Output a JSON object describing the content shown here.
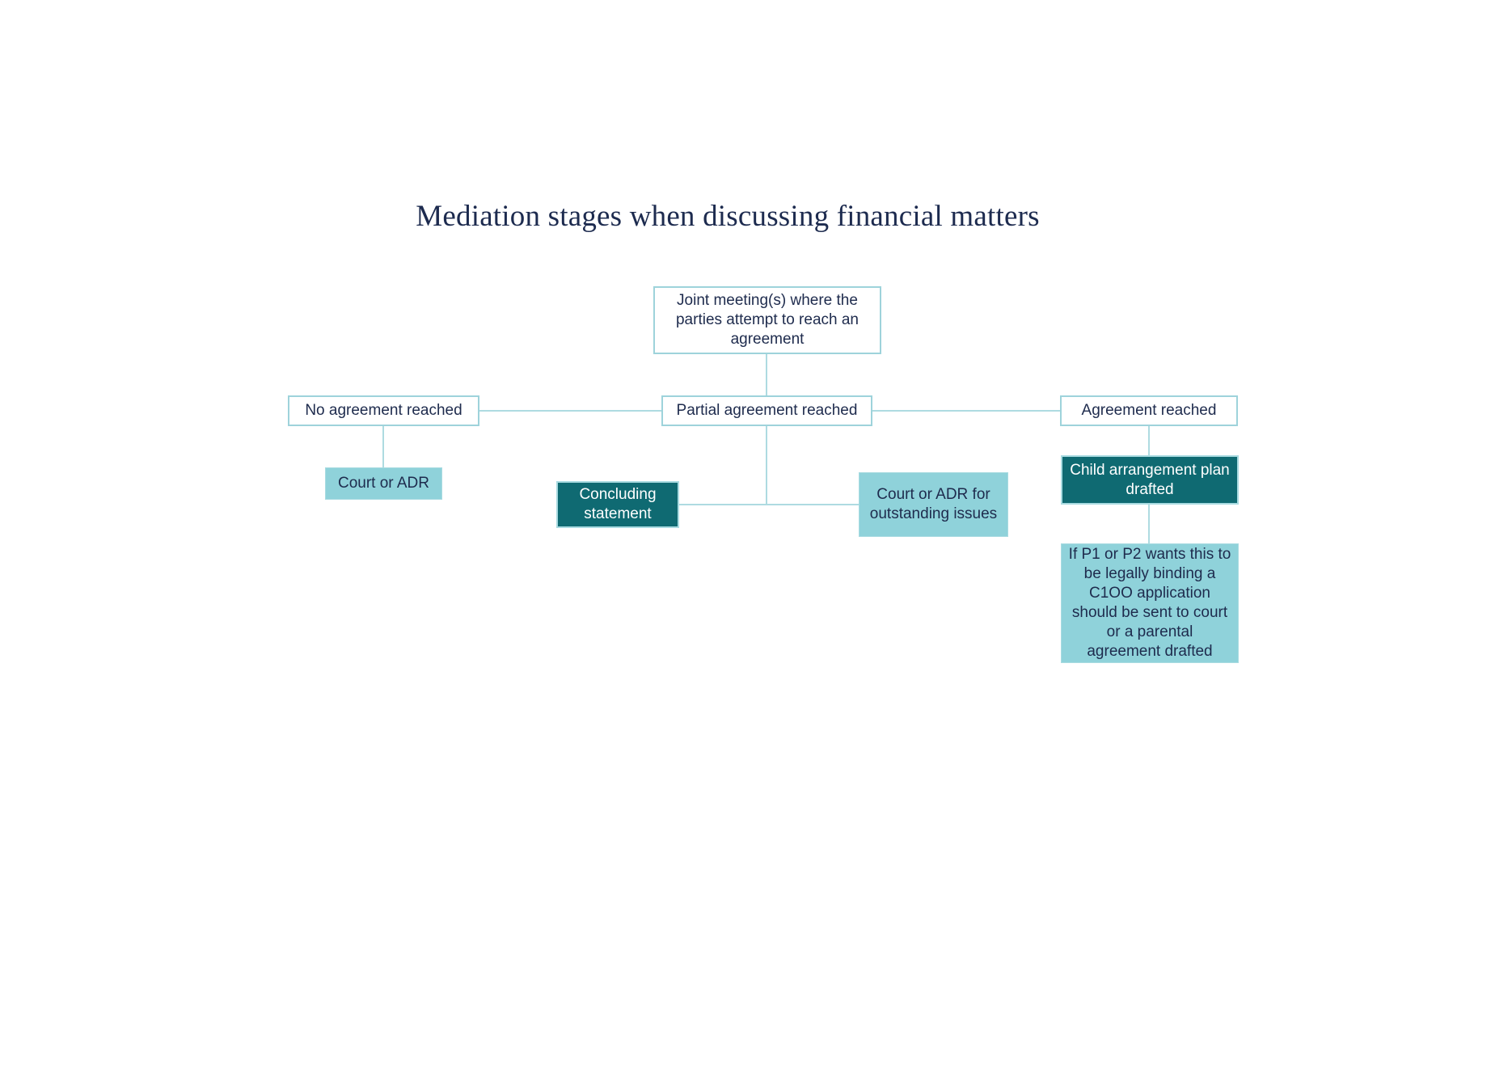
{
  "title": "Mediation stages when discussing financial matters",
  "colors": {
    "navy_text": "#1e2b4d",
    "light_teal_fill": "#8fd2da",
    "dark_teal_fill": "#0f6a72",
    "outline_border": "#9ed3db",
    "connector_line": "#aedbe1"
  },
  "nodes": {
    "joint_meeting": {
      "label": "Joint meeting(s) where the parties attempt to reach an agreement",
      "style": "outline"
    },
    "no_agreement": {
      "label": "No agreement reached",
      "style": "outline"
    },
    "partial_agreement": {
      "label": "Partial agreement reached",
      "style": "outline"
    },
    "agreement": {
      "label": "Agreement reached",
      "style": "outline"
    },
    "court_or_adr": {
      "label": "Court or ADR",
      "style": "light"
    },
    "concluding_statement": {
      "label": "Concluding statement",
      "style": "dark"
    },
    "court_or_adr_outstanding": {
      "label": "Court or ADR for outstanding issues",
      "style": "light"
    },
    "child_arrangement_plan": {
      "label": "Child arrangement plan drafted",
      "style": "dark"
    },
    "legally_binding_note": {
      "label": "If P1 or P2 wants this to be legally binding a C1OO application should be sent to court or a parental agreement drafted",
      "style": "light"
    }
  },
  "connectors": [
    {
      "from": "joint_meeting",
      "to": "partial_agreement"
    },
    {
      "from": "no_agreement",
      "to": "partial_agreement"
    },
    {
      "from": "partial_agreement",
      "to": "agreement"
    },
    {
      "from": "no_agreement",
      "to": "court_or_adr"
    },
    {
      "from": "partial_agreement",
      "to": "concluding_statement"
    },
    {
      "from": "partial_agreement",
      "to": "court_or_adr_outstanding"
    },
    {
      "from": "agreement",
      "to": "child_arrangement_plan"
    },
    {
      "from": "child_arrangement_plan",
      "to": "legally_binding_note"
    }
  ]
}
